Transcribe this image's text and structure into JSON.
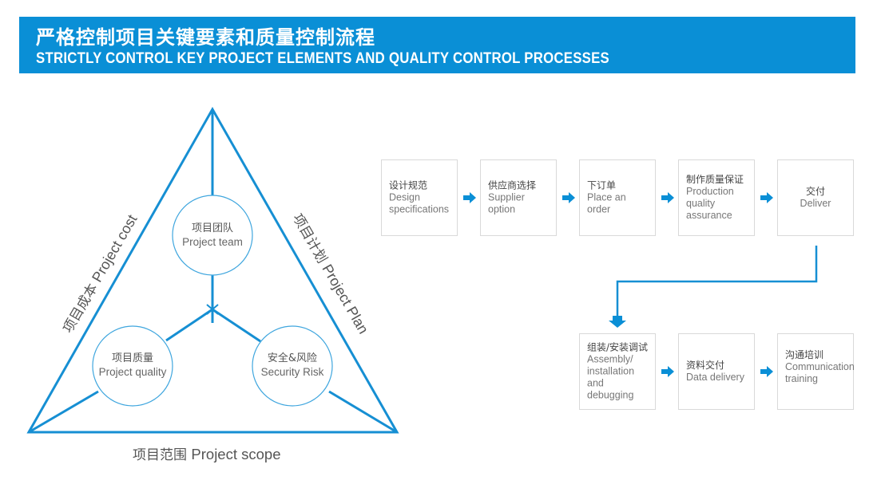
{
  "header": {
    "title_cn": "严格控制项目关键要素和质量控制流程",
    "title_en": "STRICTLY CONTROL KEY PROJECT ELEMENTS AND QUALITY CONTROL PROCESSES"
  },
  "triangle": {
    "sides": {
      "left": {
        "cn": "项目成本",
        "en": "Project cost"
      },
      "right": {
        "cn": "项目计划",
        "en": "Project Plan"
      },
      "bottom": {
        "cn": "项目范围",
        "en": "Project scope"
      }
    },
    "circles": [
      {
        "cn": "项目团队",
        "en": "Project team"
      },
      {
        "cn": "项目质量",
        "en": "Project quality"
      },
      {
        "cn": "安全&风险",
        "en": "Security Risk"
      }
    ]
  },
  "process": {
    "row1": [
      {
        "cn": "设计规范",
        "en": "Design specifications"
      },
      {
        "cn": "供应商选择",
        "en": "Supplier option"
      },
      {
        "cn": "下订单",
        "en": "Place an order"
      },
      {
        "cn": "制作质量保证",
        "en": "Production quality assurance"
      },
      {
        "cn": "交付",
        "en": "Deliver"
      }
    ],
    "row2": [
      {
        "cn": "组装/安装调试",
        "en": "Assembly/ installation and debugging"
      },
      {
        "cn": "资料交付",
        "en": "Data delivery"
      },
      {
        "cn": "沟通培训",
        "en": "Communication training"
      }
    ],
    "arrow_icon": "right-arrow-icon",
    "connector_icon": "down-arrow-icon"
  },
  "colors": {
    "accent": "#0a8fd6",
    "line": "#168fd3",
    "box_border": "#d9d9d9",
    "text": "#555555"
  }
}
